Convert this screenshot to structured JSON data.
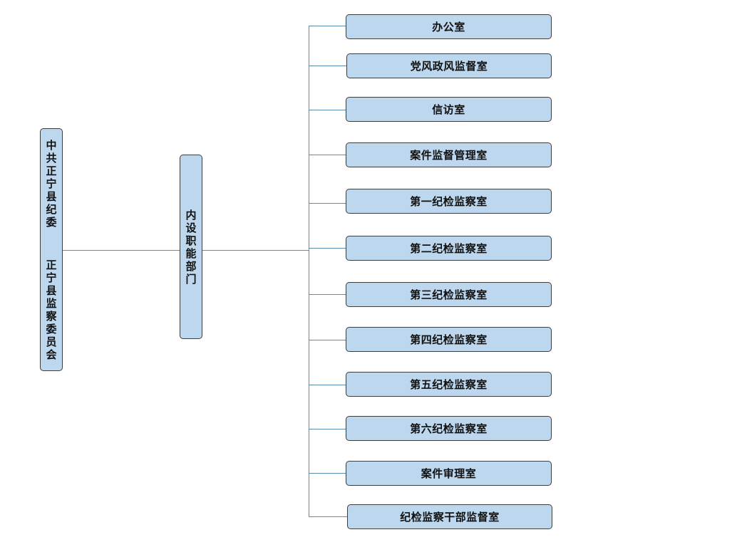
{
  "root": {
    "line1": "中共正宁县纪委",
    "line2": "正宁县监察委员会"
  },
  "mid": {
    "label": "内设职能部门"
  },
  "departments": [
    "办公室",
    "党风政风监督室",
    "信访室",
    "案件监督管理室",
    "第一纪检监察室",
    "第二纪检监察室",
    "第三纪检监察室",
    "第四纪检监察室",
    "第五纪检监察室",
    "第六纪检监察室",
    "案件审理室",
    "纪检监察干部监督室"
  ],
  "colors": {
    "box_fill": "#bdd7ee",
    "box_border": "#3c3c3c",
    "connector": "#5b8db1"
  }
}
